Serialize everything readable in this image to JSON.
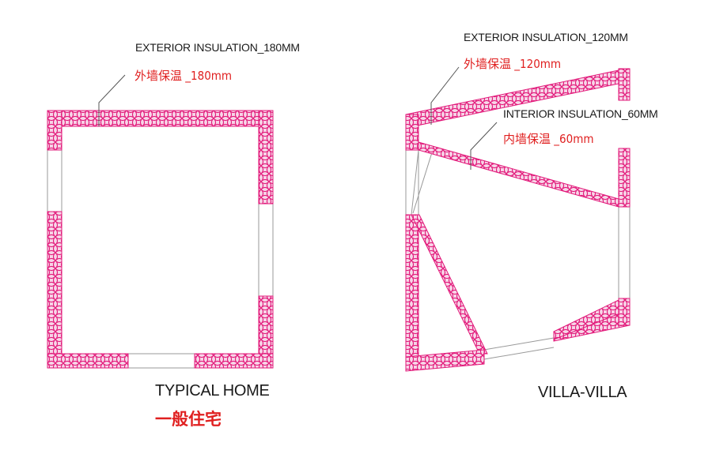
{
  "colors": {
    "insulation_fill": "#f7d6e8",
    "insulation_stroke": "#e2197a",
    "wall_line": "#888888",
    "leader": "#555555",
    "text": "#1a1a1a",
    "chinese_text": "#e02020"
  },
  "typical": {
    "title_en": "TYPICAL HOME",
    "title_cn": "一般住宅",
    "label_en": "EXTERIOR INSULATION_180MM",
    "label_cn": "外墙保温 _180mm"
  },
  "villa": {
    "title_en": "VILLA-VILLA",
    "ext_label_en": "EXTERIOR INSULATION_120MM",
    "ext_label_cn": "外墙保温 _120mm",
    "int_label_en": "INTERIOR INSULATION_60MM",
    "int_label_cn": "内墙保温 _60mm"
  }
}
